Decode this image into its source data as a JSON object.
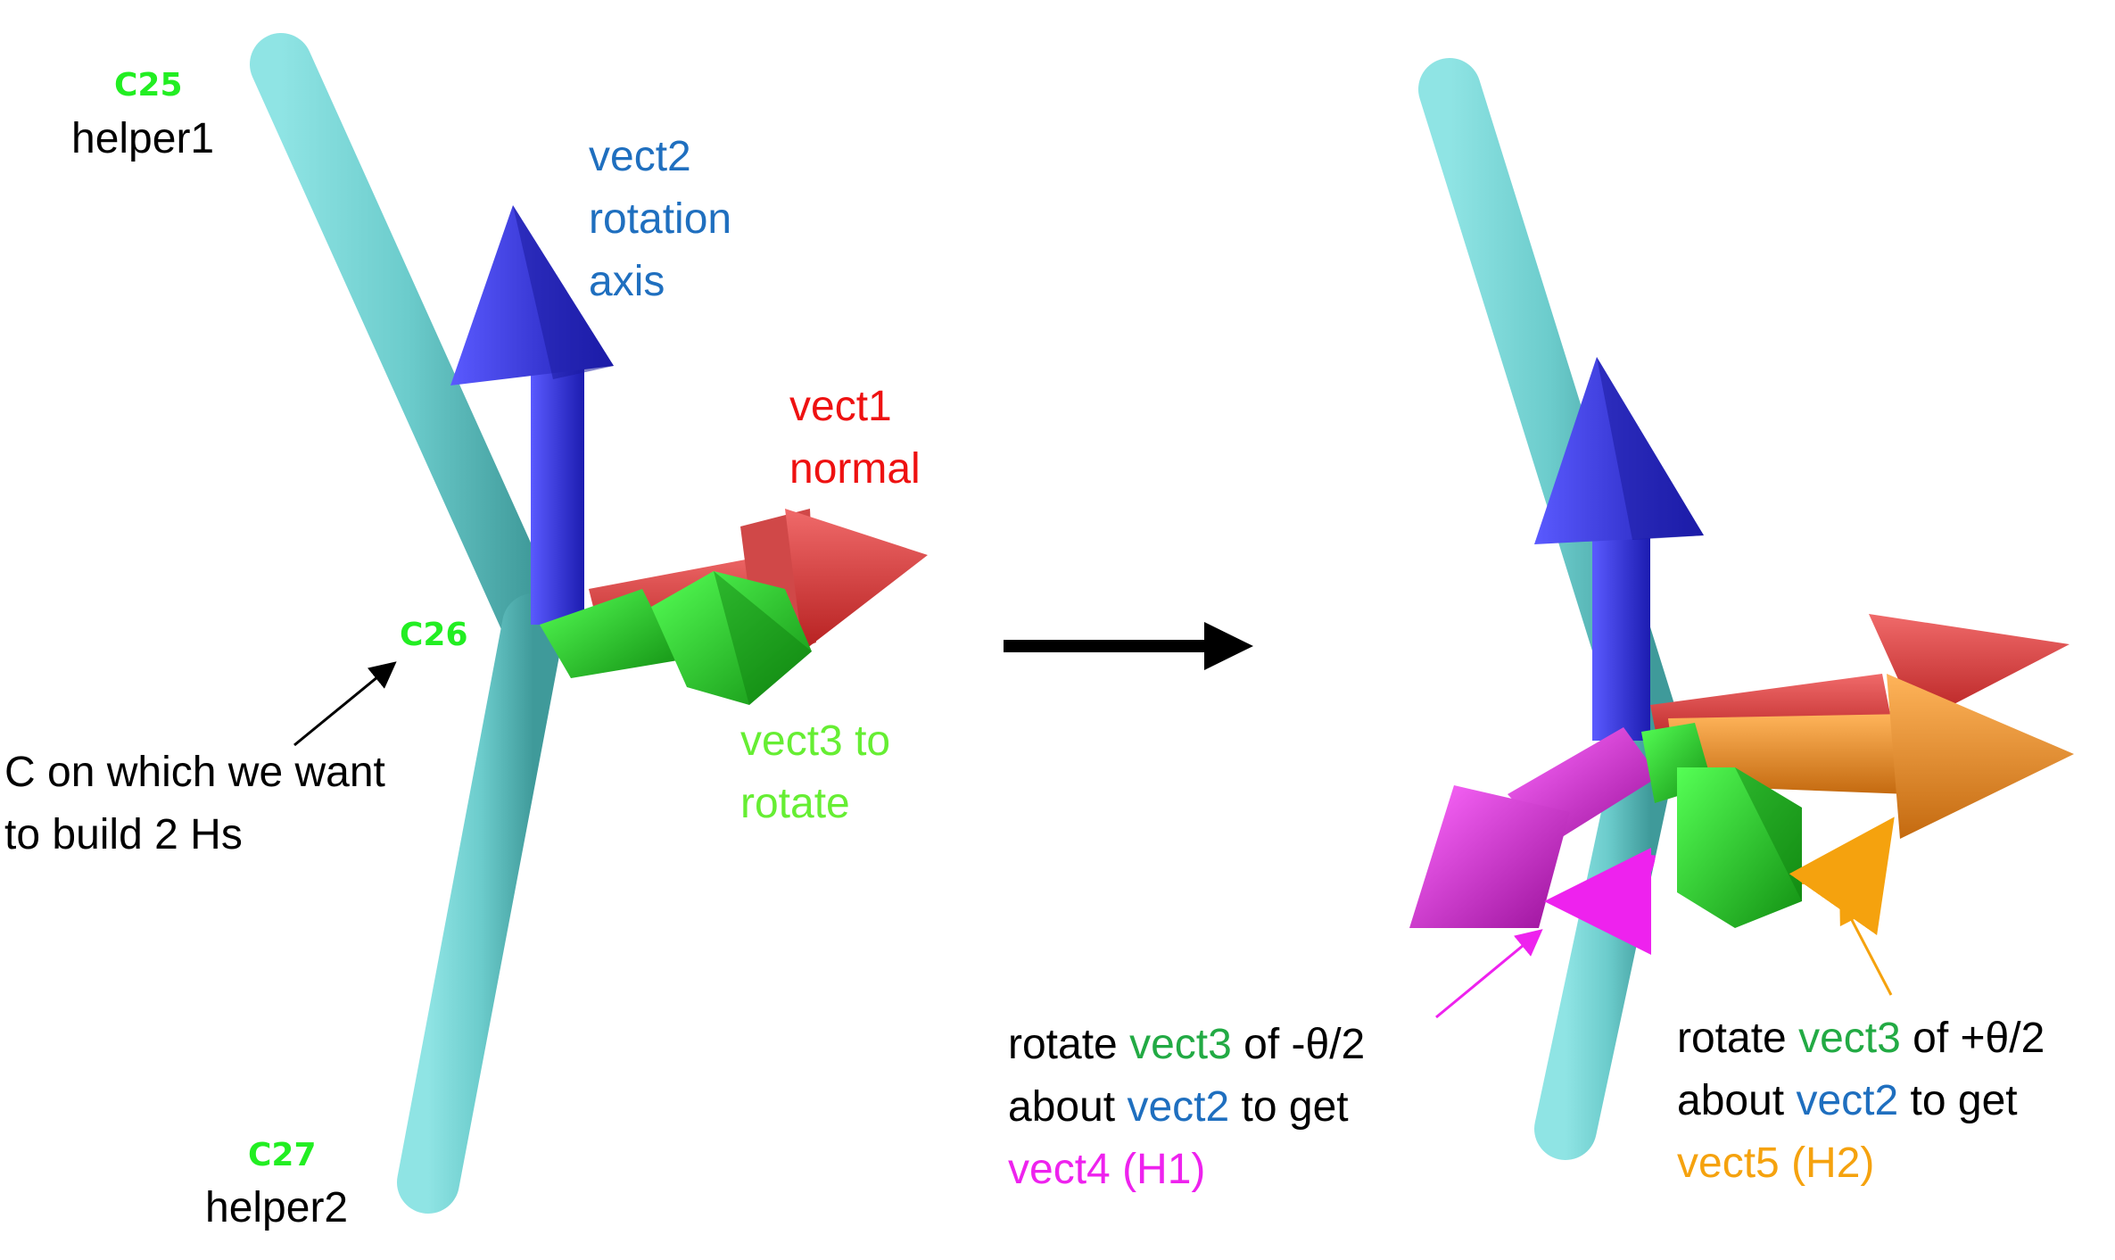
{
  "colors": {
    "cyan_bond": "#6fcfcf",
    "vect1": "#e83a3a",
    "vect2": "#2a2ad8",
    "vect3": "#22cc22",
    "vect4": "#e01fe0",
    "vect5": "#f39c1e",
    "text_blue": "#1f6fbf",
    "text_red": "#ee1111",
    "text_green_light": "#66ee33",
    "text_green_dark": "#22aa44",
    "text_magenta": "#ee22ee",
    "text_orange": "#f5a20e",
    "atom_label": "#22ee22"
  },
  "left": {
    "atom_c25": "C25",
    "helper1": "helper1",
    "atom_c26": "C26",
    "atom_c27": "C27",
    "helper2": "helper2",
    "vect2_line1": "vect2",
    "vect2_line2": "rotation",
    "vect2_line3": "axis",
    "vect1_line1": "vect1",
    "vect1_line2": "normal",
    "vect3_line1": "vect3 to",
    "vect3_line2": "rotate",
    "c_note_line1": "C on which we want",
    "c_note_line2": "to build 2 Hs"
  },
  "right": {
    "minus": {
      "w1": "rotate ",
      "w2": "vect3",
      "w3": " of -θ/2",
      "w4": "about ",
      "w5": "vect2",
      "w6": " to get",
      "w7": "vect4 (H1)"
    },
    "plus": {
      "w1": "rotate ",
      "w2": "vect3",
      "w3": " of +θ/2",
      "w4": "about ",
      "w5": "vect2",
      "w6": " to get",
      "w7": "vect5 (H2)"
    }
  }
}
